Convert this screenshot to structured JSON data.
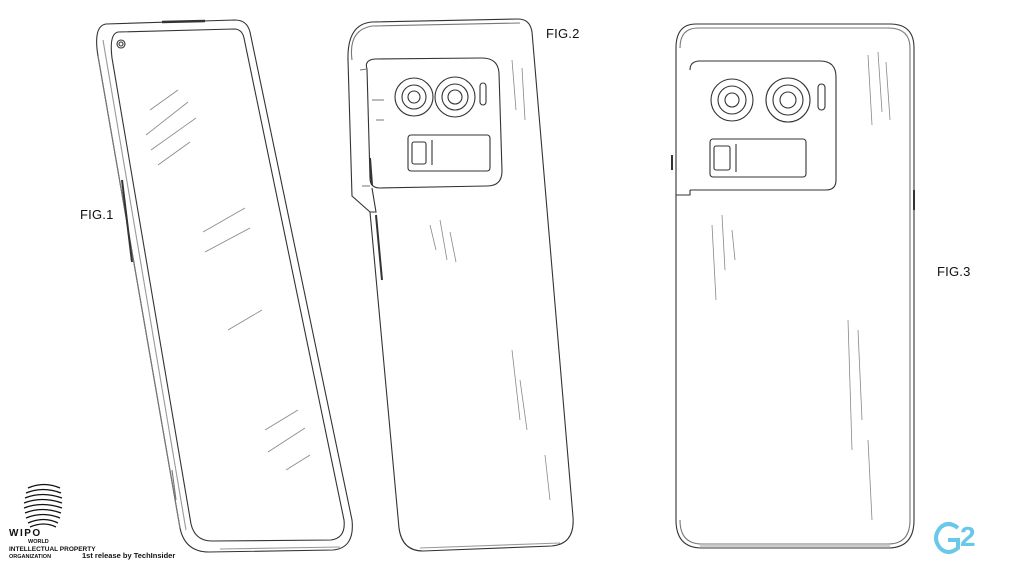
{
  "figures": {
    "fig1": "FIG.1",
    "fig2": "FIG.2",
    "fig3": "FIG.3"
  },
  "wipo": {
    "name": "WIPO",
    "world": "WORLD",
    "intellectual_property": "INTELLECTUAL PROPERTY",
    "organization": "ORGANIZATION"
  },
  "release_note": "1st release by TechInsider",
  "watermark": {
    "text": "2",
    "color": "#69c7e8",
    "icon": "g2-logo-icon"
  },
  "colors": {
    "line": "#333333",
    "light_line": "#777777"
  }
}
